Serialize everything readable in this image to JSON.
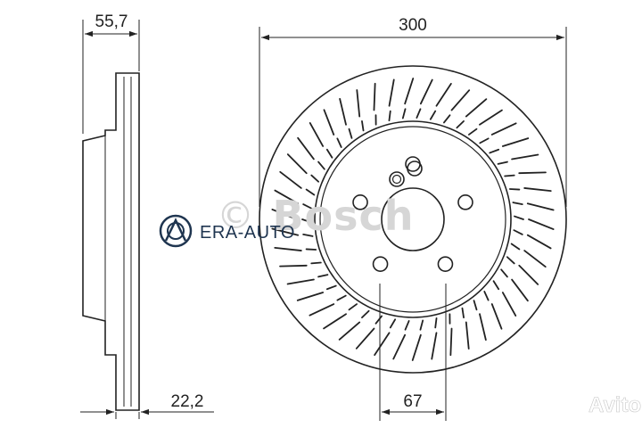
{
  "dimensions": {
    "width_label": "55,7",
    "diameter_label": "300",
    "thickness_label": "22,2",
    "hub_label": "67"
  },
  "watermarks": {
    "copyright_symbol": "©",
    "brand": "Bosch",
    "dealer": "ERA-AUTO",
    "marketplace": "Avito"
  },
  "colors": {
    "line": "#222222",
    "watermark": "#d6d6d6",
    "dealer": "#1f3550"
  },
  "icons": [
    "era-auto-logo-icon",
    "avito-logo-icon"
  ]
}
